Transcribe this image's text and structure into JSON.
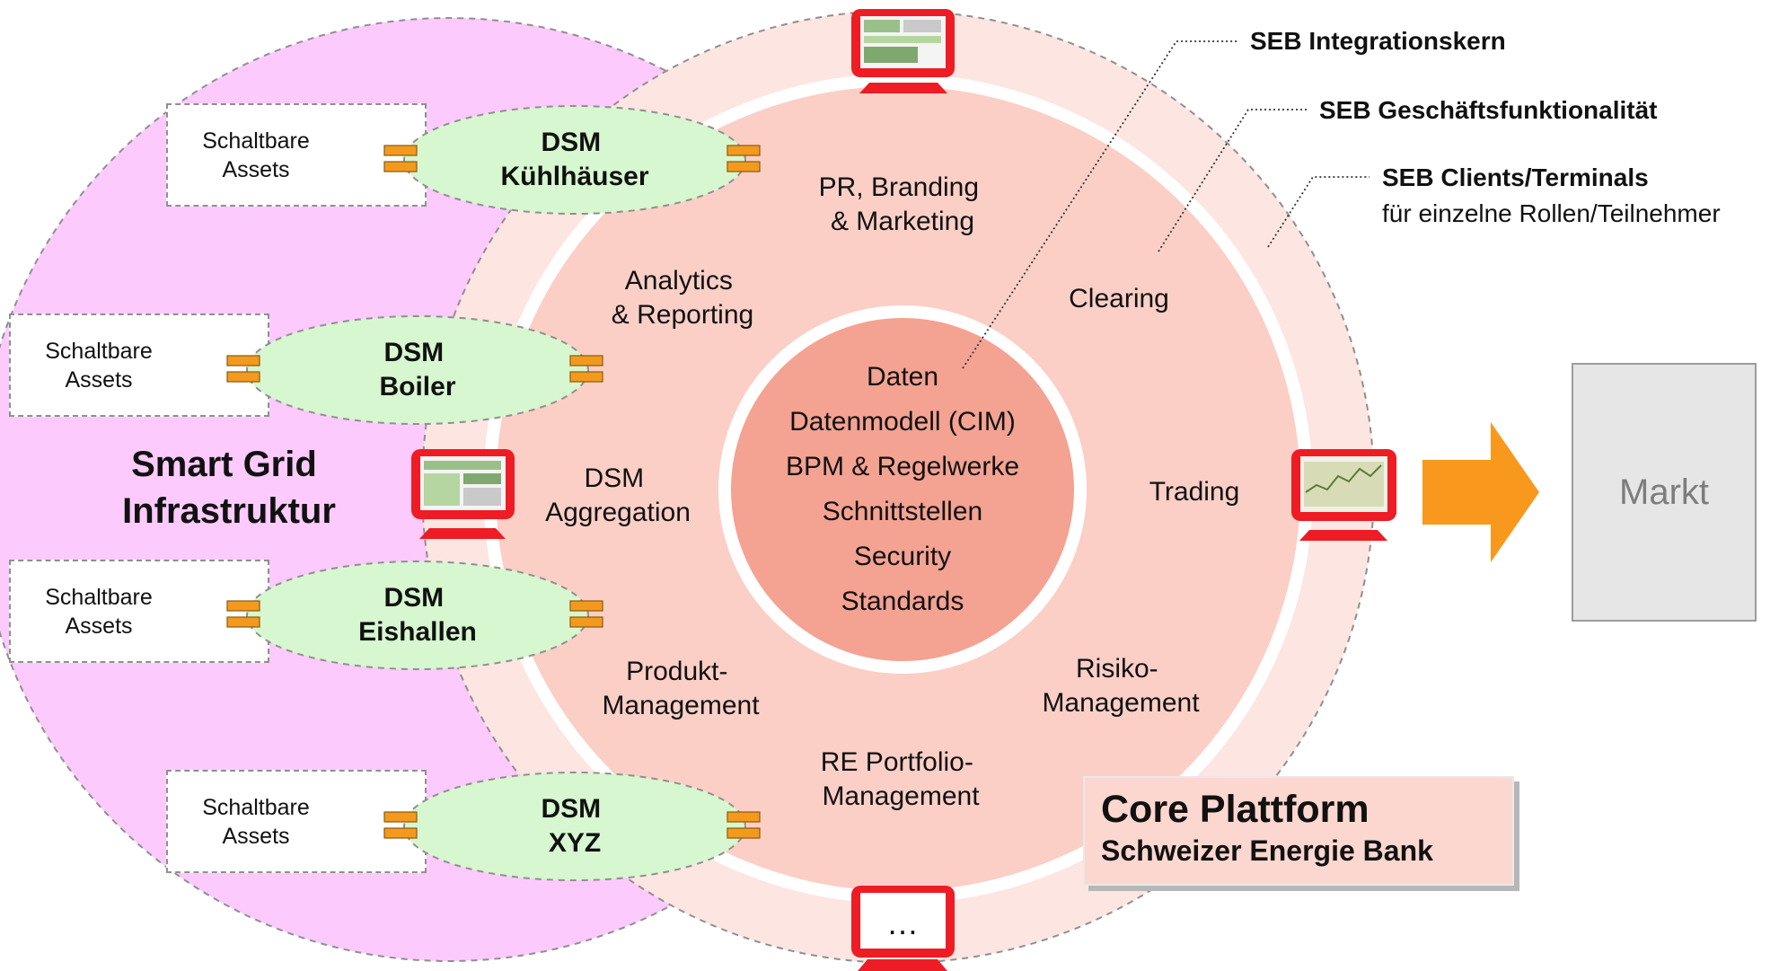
{
  "legend": {
    "integration_core": "SEB Integrationskern",
    "business_func": "SEB Geschäftsfunktionalität",
    "clients_title": "SEB Clients/Terminals",
    "clients_sub": "für einzelne Rollen/Teilnehmer"
  },
  "smart_grid": {
    "line1": "Smart Grid",
    "line2": "Infrastruktur"
  },
  "dsm_nodes": [
    {
      "line1": "DSM",
      "line2": "Kühlhäuser",
      "assets": [
        "Schaltbare",
        "Assets"
      ]
    },
    {
      "line1": "DSM",
      "line2": "Boiler",
      "assets": [
        "Schaltbare",
        "Assets"
      ]
    },
    {
      "line1": "DSM",
      "line2": "Eishallen",
      "assets": [
        "Schaltbare",
        "Assets"
      ]
    },
    {
      "line1": "DSM",
      "line2": "XYZ",
      "assets": [
        "Schaltbare",
        "Assets"
      ]
    }
  ],
  "functions": {
    "pr": [
      "PR, Branding",
      "& Marketing"
    ],
    "analytics": [
      "Analytics",
      "& Reporting"
    ],
    "clearing": "Clearing",
    "dsm_aggregation": [
      "DSM",
      "Aggregation"
    ],
    "trading": "Trading",
    "produkt": [
      "Produkt-",
      "Management"
    ],
    "risiko": [
      "Risiko-",
      "Management"
    ],
    "re_portfolio": [
      "RE Portfolio-",
      "Management"
    ]
  },
  "core_items": [
    "Daten",
    "Datenmodell (CIM)",
    "BPM & Regelwerke",
    "Schnittstellen",
    "Security",
    "Standards"
  ],
  "core_platform": {
    "title": "Core Plattform",
    "subtitle": "Schweizer Energie Bank"
  },
  "markt": "Markt",
  "terminal_more": "…",
  "colors": {
    "smart_grid_fill": "#fccafc",
    "outer_ring": "#fde5e1",
    "business_ring": "#fbcfc6",
    "core": "#f4a292",
    "dsm_fill": "#d6f7cf",
    "connector": "#f39a1e",
    "terminal_red": "#ee1c24",
    "arrow": "#f8991d"
  }
}
